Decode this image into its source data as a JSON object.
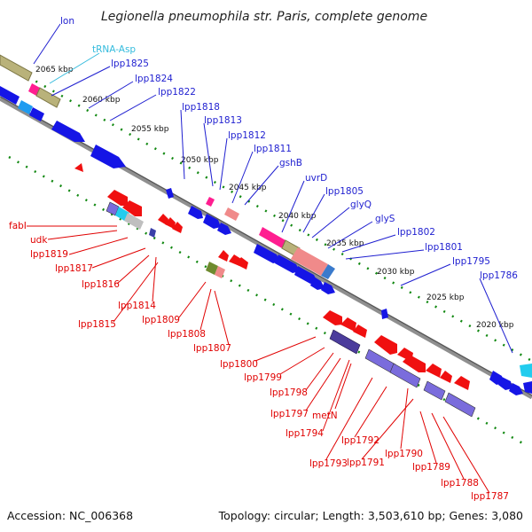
{
  "title": "Legionella pneumophila str. Paris, complete genome",
  "accession": "Accession: NC_006368",
  "topology": "Topology: circular; Length: 3,503,610 bp; Genes: 3,080",
  "colors": {
    "forward_label": "#1f1fd0",
    "reverse_label": "#e00000",
    "rna_label": "#33bbdd",
    "backbone": "#888888",
    "tick": "#118811",
    "cds_blue": "#1515e6",
    "cds_red": "#f01010",
    "khaki": "#b9b27a",
    "pink": "#ff1e90",
    "cyan": "#22ccee",
    "lavender": "#7a6cdc",
    "salmon": "#f08a8a",
    "olive": "#6e8a2e",
    "grey": "#bfbfbf"
  },
  "ticks": [
    "2065 kbp",
    "2060 kbp",
    "2055 kbp",
    "2050 kbp",
    "2045 kbp",
    "2040 kbp",
    "2035 kbp",
    "2030 kbp",
    "2025 kbp",
    "2020 kbp"
  ],
  "forward_labels": [
    "lon",
    "lpp1825",
    "lpp1824",
    "lpp1822",
    "lpp1818",
    "lpp1813",
    "lpp1812",
    "lpp1811",
    "gshB",
    "uvrD",
    "lpp1805",
    "glyQ",
    "glyS",
    "lpp1802",
    "lpp1801",
    "lpp1795",
    "lpp1786"
  ],
  "rna_labels": [
    "tRNA-Asp"
  ],
  "reverse_labels": [
    "fabI",
    "udk",
    "lpp1819",
    "lpp1817",
    "lpp1816",
    "lpp1814",
    "lpp1815",
    "lpp1809",
    "lpp1808",
    "lpp1807",
    "lpp1800",
    "lpp1799",
    "lpp1798",
    "lpp1797",
    "metN",
    "lpp1794",
    "lpp1792",
    "lpp1793",
    "lpp1791",
    "lpp1790",
    "lpp1789",
    "lpp1788",
    "lpp1787"
  ]
}
